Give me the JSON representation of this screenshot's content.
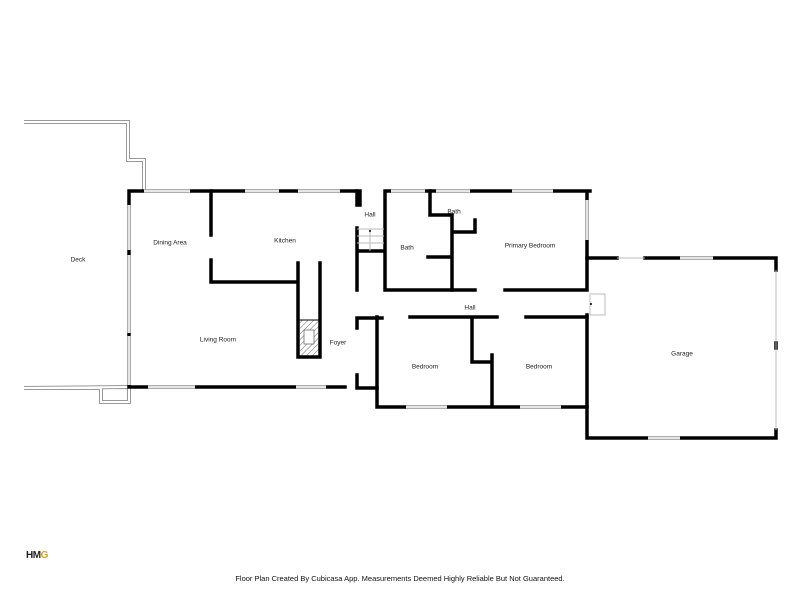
{
  "rooms": {
    "deck": "Deck",
    "dining": "Dining Area",
    "kitchen": "Kitchen",
    "living": "Living Room",
    "foyer": "Foyer",
    "hall_upper": "Hall",
    "bath_left": "Bath",
    "bath_right": "Bath",
    "primary_bedroom": "Primary Bedroom",
    "hall_main": "Hall",
    "bedroom_left": "Bedroom",
    "bedroom_right": "Bedroom",
    "garage": "Garage"
  },
  "logo": {
    "text_dark": "HM",
    "text_accent": "G"
  },
  "footer": "Floor Plan Created By Cubicasa App. Measurements Deemed Highly Reliable But Not Guaranteed.",
  "colors": {
    "wall": "#000000",
    "window": "#bbbbbb",
    "logo_accent": "#d4a017"
  }
}
